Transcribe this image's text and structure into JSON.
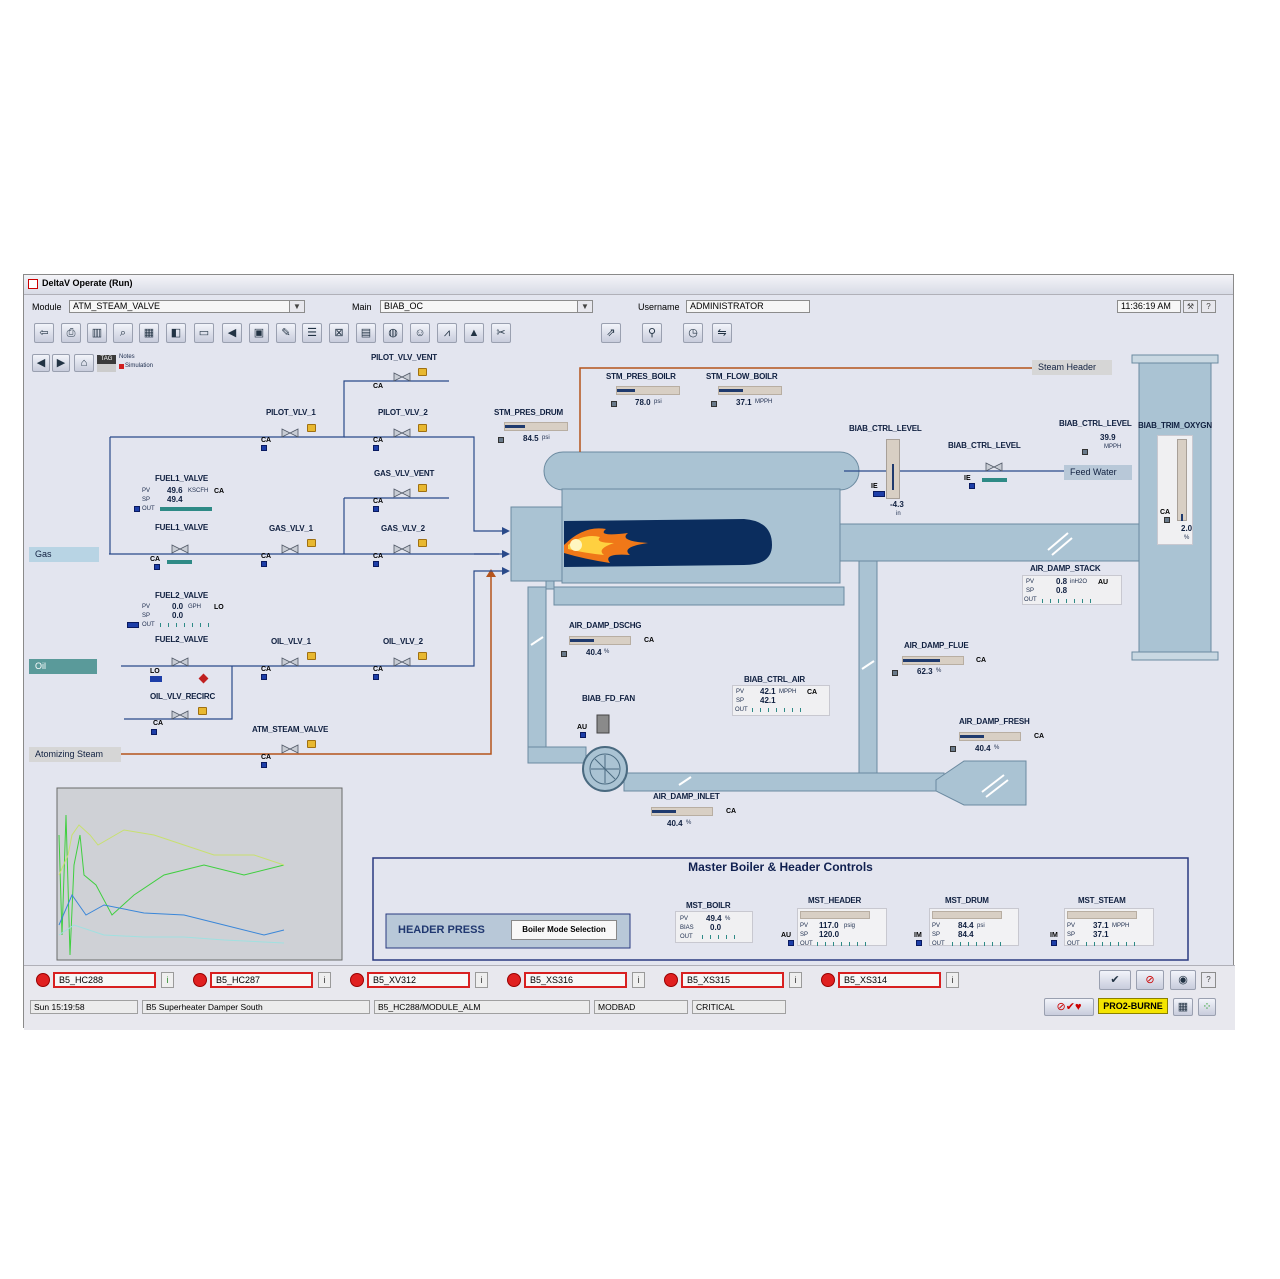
{
  "window": {
    "title": "DeltaV Operate (Run)"
  },
  "header": {
    "module_label": "Module",
    "module_value": "ATM_STEAM_VALVE",
    "main_label": "Main",
    "main_value": "BIAB_OC",
    "username_label": "Username",
    "username_value": "ADMINISTRATOR",
    "clock": "11:36:19 AM",
    "help": "?"
  },
  "nav": {
    "tag": "TAG",
    "notes": "Notes",
    "simulation": "Simulation"
  },
  "inputs": {
    "gas": "Gas",
    "oil": "Oil",
    "atomizing": "Atomizing Steam",
    "steam_header": "Steam Header",
    "feed_water": "Feed Water"
  },
  "valves": {
    "pilot_vent": "PILOT_VLV_VENT",
    "pilot1": "PILOT_VLV_1",
    "pilot2": "PILOT_VLV_2",
    "gas_vent": "GAS_VLV_VENT",
    "gas1": "GAS_VLV_1",
    "gas2": "GAS_VLV_2",
    "fuel1": "FUEL1_VALVE",
    "fuel2": "FUEL2_VALVE",
    "oil1": "OIL_VLV_1",
    "oil2": "OIL_VLV_2",
    "oil_recirc": "OIL_VLV_RECIRC",
    "atm": "ATM_STEAM_VALVE",
    "ctrl_level2": "BIAB_CTRL_LEVEL"
  },
  "modes": {
    "ca": "CA",
    "lo": "LO",
    "au": "AU",
    "im": "IM",
    "ie": "IE"
  },
  "fuel1_face": {
    "pv_l": "PV",
    "sp_l": "SP",
    "out_l": "OUT",
    "pv": "49.6",
    "pv_u": "KSCFH",
    "sp": "49.4",
    "mode": "CA"
  },
  "fuel2_face": {
    "pv_l": "PV",
    "sp_l": "SP",
    "out_l": "OUT",
    "pv": "0.0",
    "pv_u": "GPH",
    "sp": "0.0",
    "mode": "LO"
  },
  "meters": {
    "stm_pres_drum": {
      "tag": "STM_PRES_DRUM",
      "value": "84.5",
      "unit": "psi"
    },
    "stm_pres_boilr": {
      "tag": "STM_PRES_BOILR",
      "value": "78.0",
      "unit": "psi"
    },
    "stm_flow_boilr": {
      "tag": "STM_FLOW_BOILR",
      "value": "37.1",
      "unit": "MPPH"
    },
    "air_damp_dschg": {
      "tag": "AIR_DAMP_DSCHG",
      "value": "40.4",
      "unit": "%",
      "level": 0.4
    },
    "air_damp_flue": {
      "tag": "AIR_DAMP_FLUE",
      "value": "62.3",
      "unit": "%",
      "level": 0.62
    },
    "air_damp_fresh": {
      "tag": "AIR_DAMP_FRESH",
      "value": "40.4",
      "unit": "%",
      "level": 0.4
    },
    "air_damp_inlet": {
      "tag": "AIR_DAMP_INLET",
      "value": "40.4",
      "unit": "%",
      "level": 0.4
    }
  },
  "level": {
    "tag": "BIAB_CTRL_LEVEL",
    "value": "-4.3",
    "unit": "in"
  },
  "level2": {
    "tag": "BIAB_CTRL_LEVEL",
    "value": "39.9",
    "unit": "MPPH"
  },
  "oxygen": {
    "tag": "BIAB_TRIM_OXYGN",
    "value": "2.0",
    "unit": "%"
  },
  "stack": {
    "tag": "AIR_DAMP_STACK",
    "pv_l": "PV",
    "sp_l": "SP",
    "out_l": "OUT",
    "pv": "0.8",
    "pv_u": "inH2O",
    "sp": "0.8",
    "mode": "AU"
  },
  "ctrl_air": {
    "tag": "BIAB_CTRL_AIR",
    "pv_l": "PV",
    "sp_l": "SP",
    "out_l": "OUT",
    "pv": "42.1",
    "pv_u": "MPPH",
    "sp": "42.1",
    "mode": "CA"
  },
  "fan": {
    "tag": "BIAB_FD_FAN",
    "mode": "AU"
  },
  "master": {
    "title": "Master Boiler & Header Controls",
    "header_press": "HEADER PRESS",
    "mode_button": "Boiler Mode Selection",
    "boilr": {
      "tag": "MST_BOILR",
      "pv_l": "PV",
      "bias_l": "BIAS",
      "out_l": "OUT",
      "pv": "49.4",
      "pv_u": "%",
      "bias": "0.0"
    },
    "header": {
      "tag": "MST_HEADER",
      "pv_l": "PV",
      "sp_l": "SP",
      "out_l": "OUT",
      "pv": "117.0",
      "pv_u": "psig",
      "sp": "120.0",
      "mode": "AU"
    },
    "drum": {
      "tag": "MST_DRUM",
      "pv_l": "PV",
      "sp_l": "SP",
      "out_l": "OUT",
      "pv": "84.4",
      "pv_u": "psi",
      "sp": "84.4",
      "mode": "IM"
    },
    "steam": {
      "tag": "MST_STEAM",
      "pv_l": "PV",
      "sp_l": "SP",
      "out_l": "OUT",
      "pv": "37.1",
      "pv_u": "MPPH",
      "sp": "37.1",
      "mode": "IM"
    }
  },
  "alarms": [
    "B5_HC288",
    "B5_HC287",
    "B5_XV312",
    "B5_XS316",
    "B5_XS315",
    "B5_XS314"
  ],
  "alarm_info": "i",
  "status": {
    "time": "Sun 15:19:58",
    "desc": "B5 Superheater Damper South",
    "module": "B5_HC288/MODULE_ALM",
    "cond": "MODBAD",
    "priority": "CRITICAL",
    "area": "PRO2-BURNE"
  },
  "colors": {
    "pipe": "#2a4a8a",
    "steam": "#b5541c",
    "vessel": "#aac3d3",
    "flame_bg": "#0b2d5e",
    "alarm": "#d82020",
    "area": "#f4e400"
  }
}
